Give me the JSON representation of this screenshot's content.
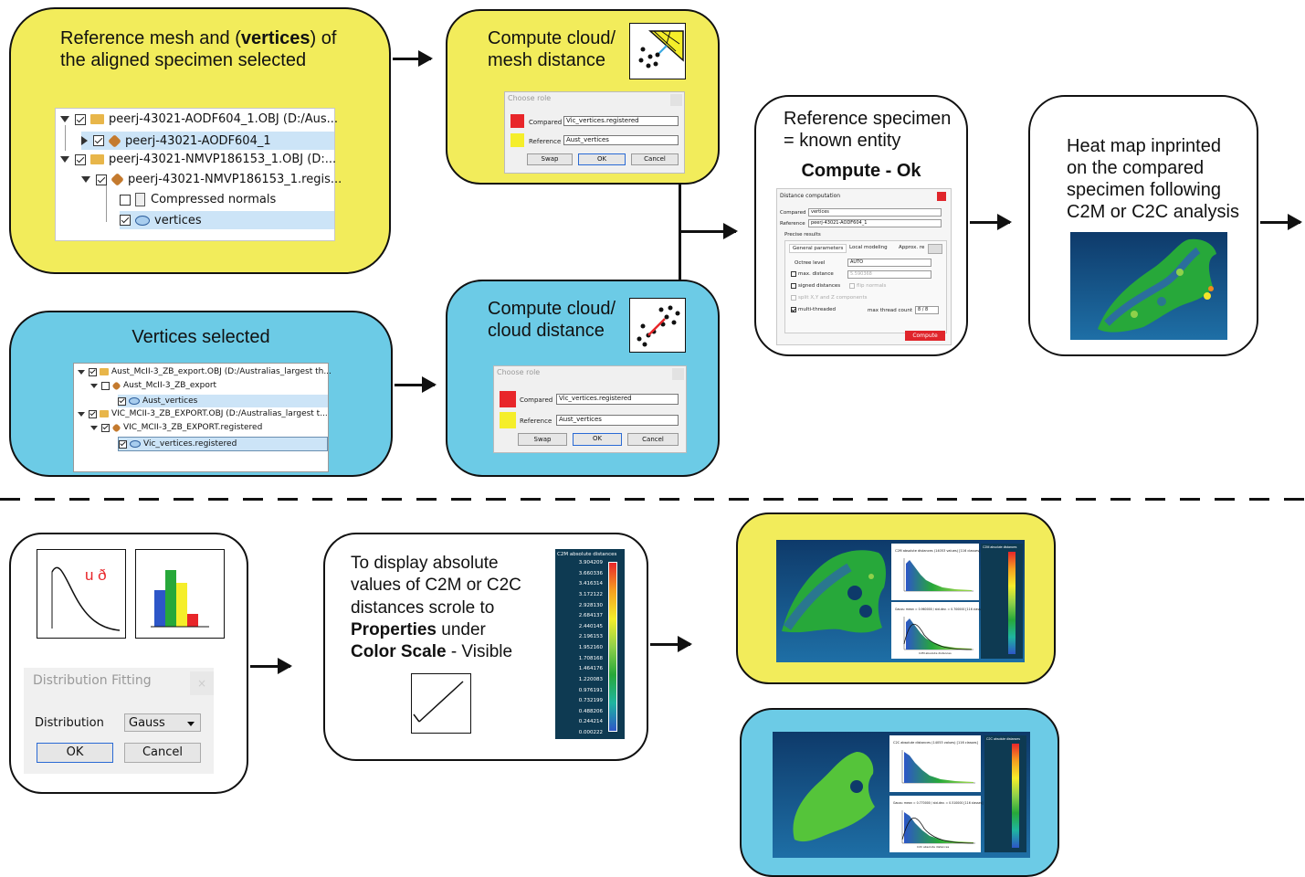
{
  "box_reference_mesh": {
    "title_prefix": "Reference mesh and (",
    "title_bold": "vertices",
    "title_suffix": ") of",
    "title_line2": "the aligned specimen selected",
    "tree": [
      "peerj-43021-AODF604_1.OBJ (D:/Aus...",
      "peerj-43021-AODF604_1",
      "peerj-43021-NMVP186153_1.OBJ (D:...",
      "peerj-43021-NMVP186153_1.regis...",
      "Compressed normals",
      "vertices"
    ]
  },
  "box_vertices_selected": {
    "title": "Vertices selected",
    "tree": [
      "Aust_McII-3_ZB_export.OBJ (D:/Australias_largest th...",
      "Aust_McII-3_ZB_export",
      "Aust_vertices",
      "VIC_MCII-3_ZB_EXPORT.OBJ (D:/Australias_largest t...",
      "VIC_MCII-3_ZB_EXPORT.registered",
      "Vic_vertices.registered"
    ]
  },
  "box_mesh_distance": {
    "line1": "Compute cloud/",
    "line2": "mesh distance",
    "dialog": {
      "title": "Choose role",
      "compared_label": "Compared",
      "compared_value": "Vic_vertices.registered",
      "reference_label": "Reference",
      "reference_value": "Aust_vertices",
      "swap": "Swap",
      "ok": "OK",
      "cancel": "Cancel"
    }
  },
  "box_cloud_distance": {
    "line1": "Compute cloud/",
    "line2": "cloud distance",
    "dialog": {
      "title": "Choose role",
      "compared_label": "Compared",
      "compared_value": "Vic_vertices.registered",
      "reference_label": "Reference",
      "reference_value": "Aust_vertices",
      "swap": "Swap",
      "ok": "OK",
      "cancel": "Cancel"
    }
  },
  "box_reference_specimen": {
    "line1": "Reference specimen",
    "line2": "= known entity",
    "bold": "Compute - Ok",
    "dialog": {
      "title": "Distance computation",
      "compared_label": "Compared",
      "compared_value": "vertices",
      "reference_label": "Reference",
      "reference_value": "peerj-43021-AODF604_1",
      "precise": "Precise results",
      "tab1": "General parameters",
      "tab2": "Local modeling",
      "tab3": "Approx. re",
      "octree_label": "Octree level",
      "octree_value": "AUTO",
      "max_distance": "max. distance",
      "max_distance_value": "5.590368",
      "signed": "signed distances",
      "flip": "flip normals",
      "split": "split X,Y and Z components",
      "multi": "multi-threaded",
      "max_thread": "max thread count",
      "thread_value": "8 / 8",
      "compute": "Compute"
    }
  },
  "box_heat_map": {
    "line1": "Heat map inprinted",
    "line2": "on the compared",
    "line3": "specimen following",
    "line4": "C2M or C2C analysis"
  },
  "box_distribution": {
    "glyph": "u ð",
    "dialog_title": "Distribution Fitting",
    "distribution_label": "Distribution",
    "distribution_value": "Gauss",
    "ok": "OK",
    "cancel": "Cancel"
  },
  "box_display": {
    "line1": "To display absolute",
    "line2": "values of C2M or C2C",
    "line3": "distances scrole to",
    "bold1": "Properties",
    "after_bold1": " under",
    "bold2": "Color Scale",
    "after_bold2": " - Visible",
    "scale_title": "C2M absolute distances",
    "scale_values": [
      "3.904209",
      "3.660336",
      "3.416314",
      "3.172122",
      "2.928130",
      "2.684137",
      "2.440145",
      "2.196153",
      "1.952160",
      "1.708168",
      "1.464176",
      "1.220083",
      "0.976191",
      "0.732199",
      "0.488206",
      "0.244214",
      "0.000222"
    ]
  },
  "results_yellow": {
    "scale_title": "C2M absolute distances",
    "hist1_title": "C2M absolute distances (14053 values) [116 classes]",
    "hist2_title": "Gauss: mean = 0.960000 / std.dev. = 0.700000 [116 classes]",
    "x_label": "C2M absolute distances"
  },
  "results_blue": {
    "scale_title": "C2C absolute distances",
    "hist1_title": "C2C absolute distances (14053 values) [116 classes]",
    "hist2_title": "Gauss: mean = 0.770000 / std.dev. = 0.510000 [116 classes]",
    "x_label": "C2C absolute distances"
  },
  "colors": {
    "yellow": "#f2ec5b",
    "blue": "#6ccbe6",
    "compared_swatch": "#e8262a",
    "reference_swatch": "#f5ee2a",
    "compute_button": "#e0252b"
  }
}
